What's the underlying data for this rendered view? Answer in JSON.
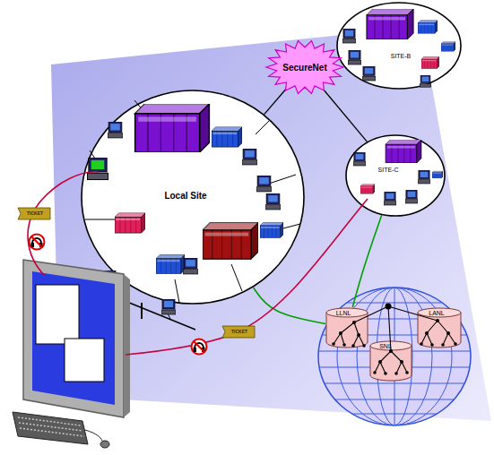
{
  "diagram": {
    "nodes": [
      {
        "text": [
          "SITE-B"
        ]
      },
      {
        "text": [
          "SecureNet"
        ]
      },
      {
        "text": [
          "Local Site"
        ]
      },
      {
        "text": [
          "SITE-C"
        ]
      },
      {
        "text": [
          "LLNL"
        ]
      },
      {
        "text": [
          "LANL"
        ]
      },
      {
        "text": [
          "SNL"
        ]
      }
    ],
    "edges": [
      {
        "from": 2,
        "to": 1,
        "arrow": "none"
      },
      {
        "from": 1,
        "to": 0,
        "arrow": "none"
      },
      {
        "from": 1,
        "to": 3,
        "arrow": "none"
      },
      {
        "from": 2,
        "to": 4,
        "arrow": "none"
      },
      {
        "from": 3,
        "to": 4,
        "arrow": "none"
      }
    ],
    "labels": [
      "TICKET",
      "TICKET"
    ]
  }
}
